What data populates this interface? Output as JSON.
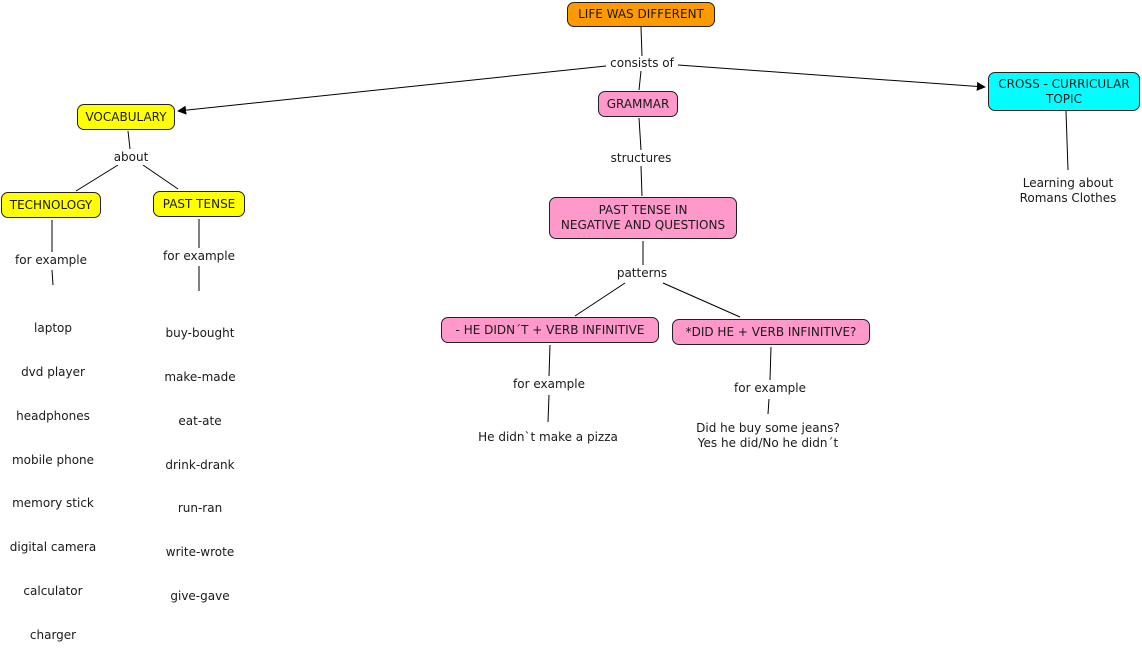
{
  "title": "LIFE WAS DIFFERENT",
  "colors": {
    "root": "#ff9900",
    "vocabulary": "#ffff00",
    "grammar": "#ff99cc",
    "cross_curricular": "#00ffff"
  },
  "links": {
    "consists_of": "consists of",
    "about": "about",
    "structures": "structures",
    "patterns": "patterns",
    "for_example": "for example"
  },
  "concepts": {
    "root": "LIFE WAS DIFFERENT",
    "vocabulary": "VOCABULARY",
    "grammar": "GRAMMAR",
    "cross_curricular": "CROSS - CURRICULAR\nTOPIC",
    "technology": "TECHNOLOGY",
    "past_tense": "PAST TENSE",
    "past_tense_neg_q": "PAST TENSE IN\nNEGATIVE AND QUESTIONS",
    "negative_pattern": "- HE DIDN´T + VERB INFINITIVE",
    "question_pattern": "*DID HE + VERB INFINITIVE?"
  },
  "examples": {
    "technology": [
      "laptop",
      "dvd player",
      "headphones",
      "mobile phone",
      "memory stick",
      "digital camera",
      "calculator",
      "charger"
    ],
    "past_tense": [
      "buy-bought",
      "make-made",
      "eat-ate",
      "drink-drank",
      "run-ran",
      "write-wrote",
      "give-gave"
    ],
    "negative": "He didn`t make a pizza",
    "question": "Did he buy some jeans?\nYes he did/No he didn´t",
    "cross_curricular": "Learning about\nRomans Clothes"
  }
}
